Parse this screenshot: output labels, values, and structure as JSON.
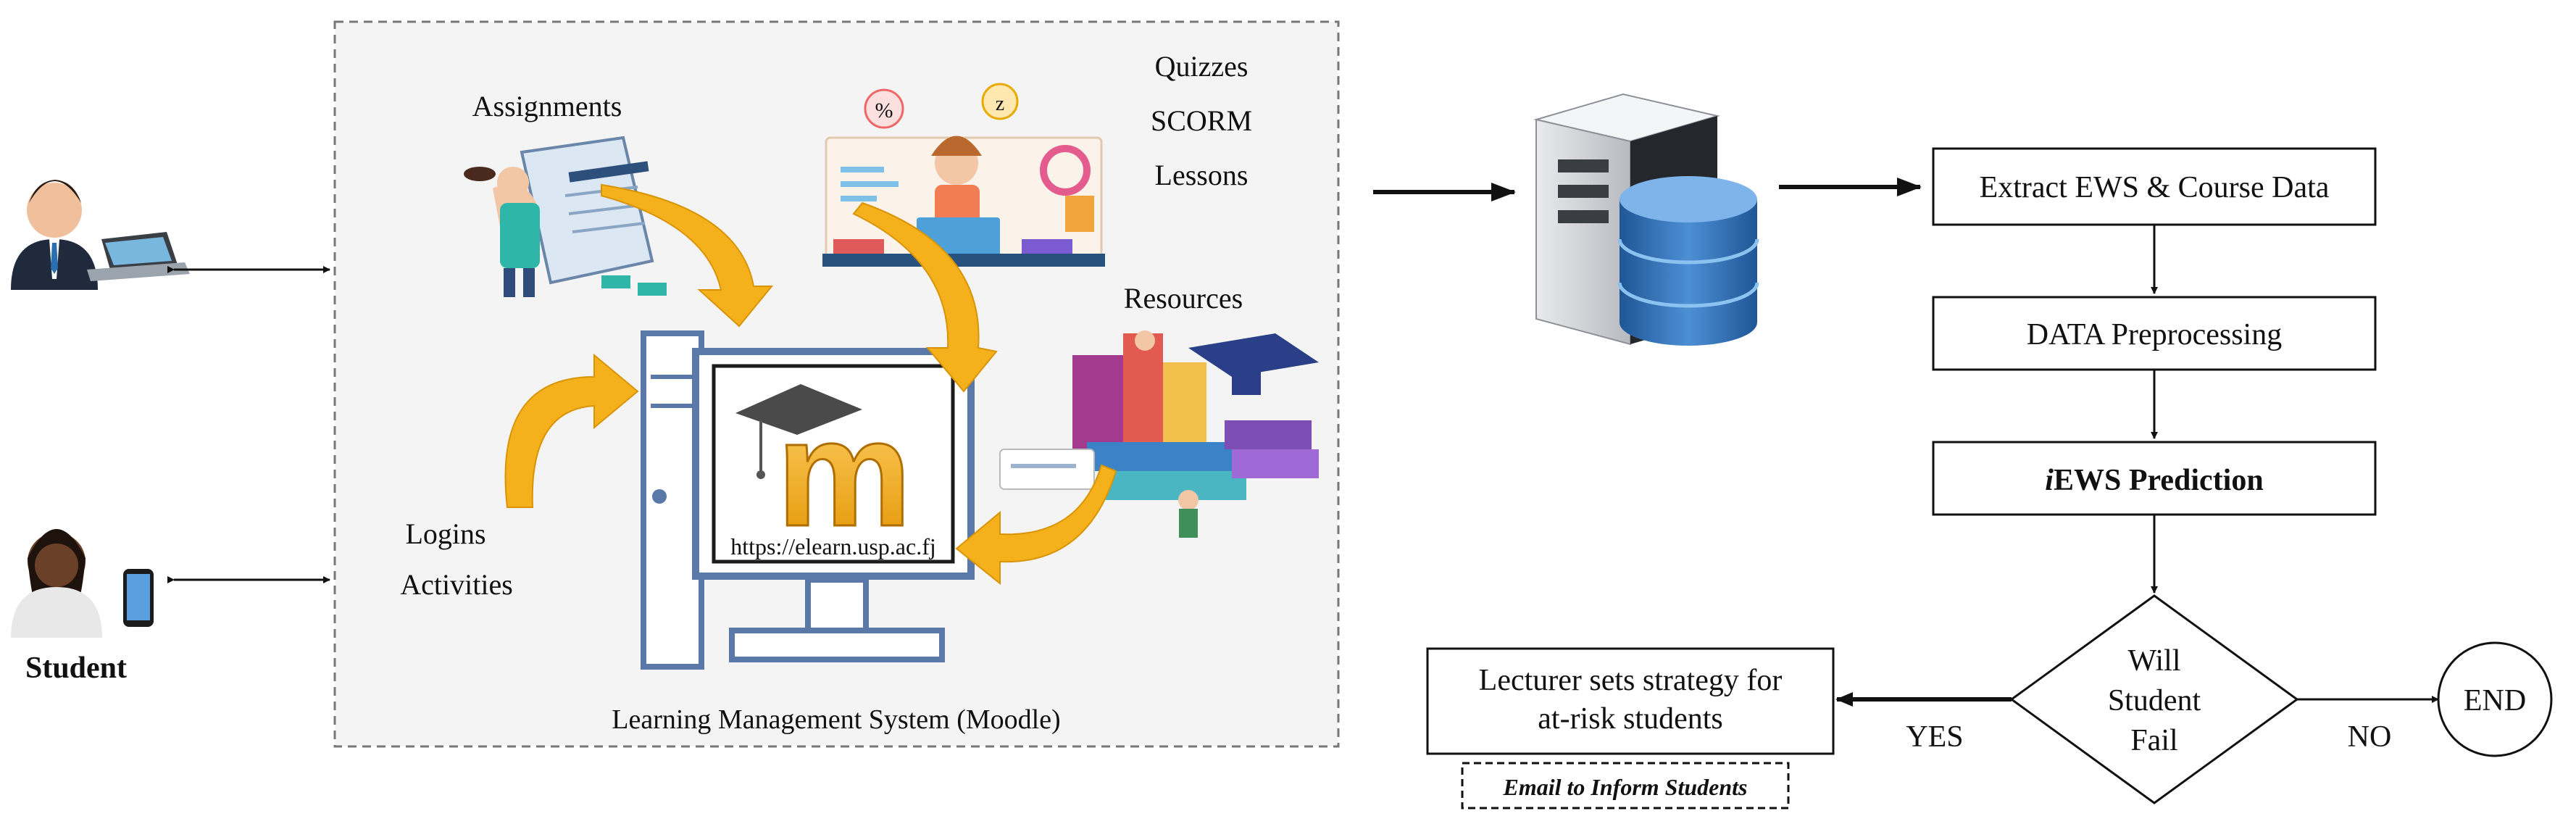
{
  "lms": {
    "caption": "Learning Management System (Moodle)",
    "assignments_label": "Assignments",
    "quizzes_labels": [
      "Quizzes",
      "SCORM",
      "Lessons"
    ],
    "resources_label": "Resources",
    "logins_labels": [
      "Logins",
      "Activities"
    ],
    "moodle_url": "https://elearn.usp.ac.fj",
    "logo_letter": "m"
  },
  "actors": {
    "student_label": "Student"
  },
  "flow": {
    "extract": "Extract EWS & Course Data",
    "preprocess": "DATA Preprocessing",
    "prediction_italic": "i",
    "prediction_rest": "EWS Prediction",
    "decision_lines": [
      "Will",
      "Student",
      "Fail"
    ],
    "yes": "YES",
    "no": "NO",
    "end": "END",
    "lecturer_lines": [
      "Lecturer sets strategy for",
      "at-risk students"
    ],
    "email": "Email to Inform Students"
  },
  "colors": {
    "accent_arrow": "#f5b11c",
    "db_blue": "#2f6fb3",
    "panel_bg": "#f4f4f4",
    "monitor_frame": "#6f8fc4"
  }
}
